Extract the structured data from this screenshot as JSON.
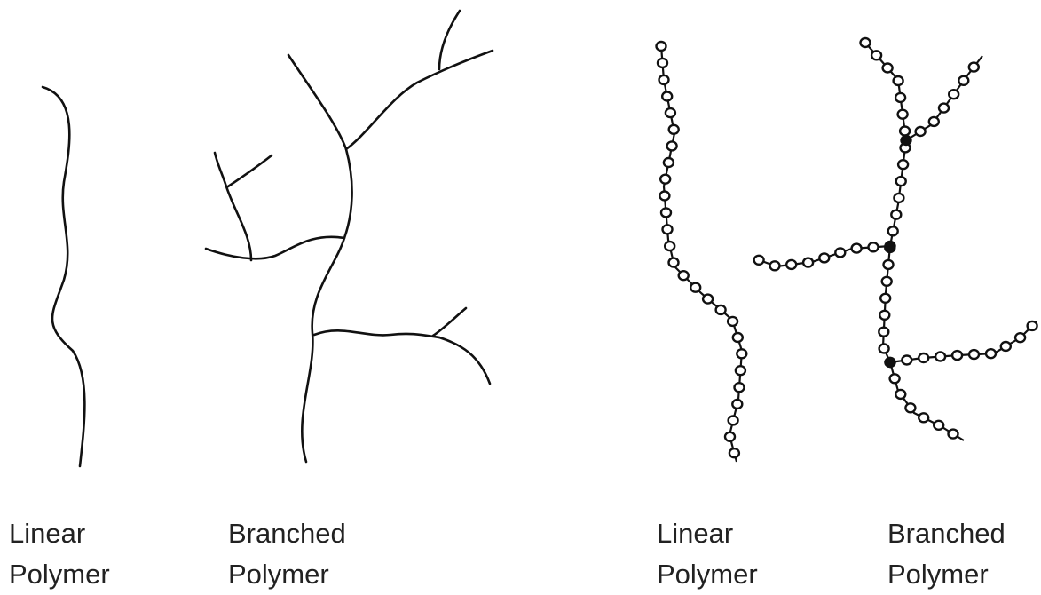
{
  "panels": [
    {
      "id": "simple-linear",
      "label": [
        "Linear",
        "Polymer"
      ]
    },
    {
      "id": "simple-branched",
      "label": [
        "Branched",
        "Polymer"
      ]
    },
    {
      "id": "bead-linear",
      "label": [
        "Linear",
        "Polymer"
      ]
    },
    {
      "id": "bead-branched",
      "label": [
        "Branched",
        "Polymer"
      ]
    }
  ],
  "style": {
    "line_color": "#111111",
    "text_color": "#222222",
    "background": "#ffffff"
  }
}
